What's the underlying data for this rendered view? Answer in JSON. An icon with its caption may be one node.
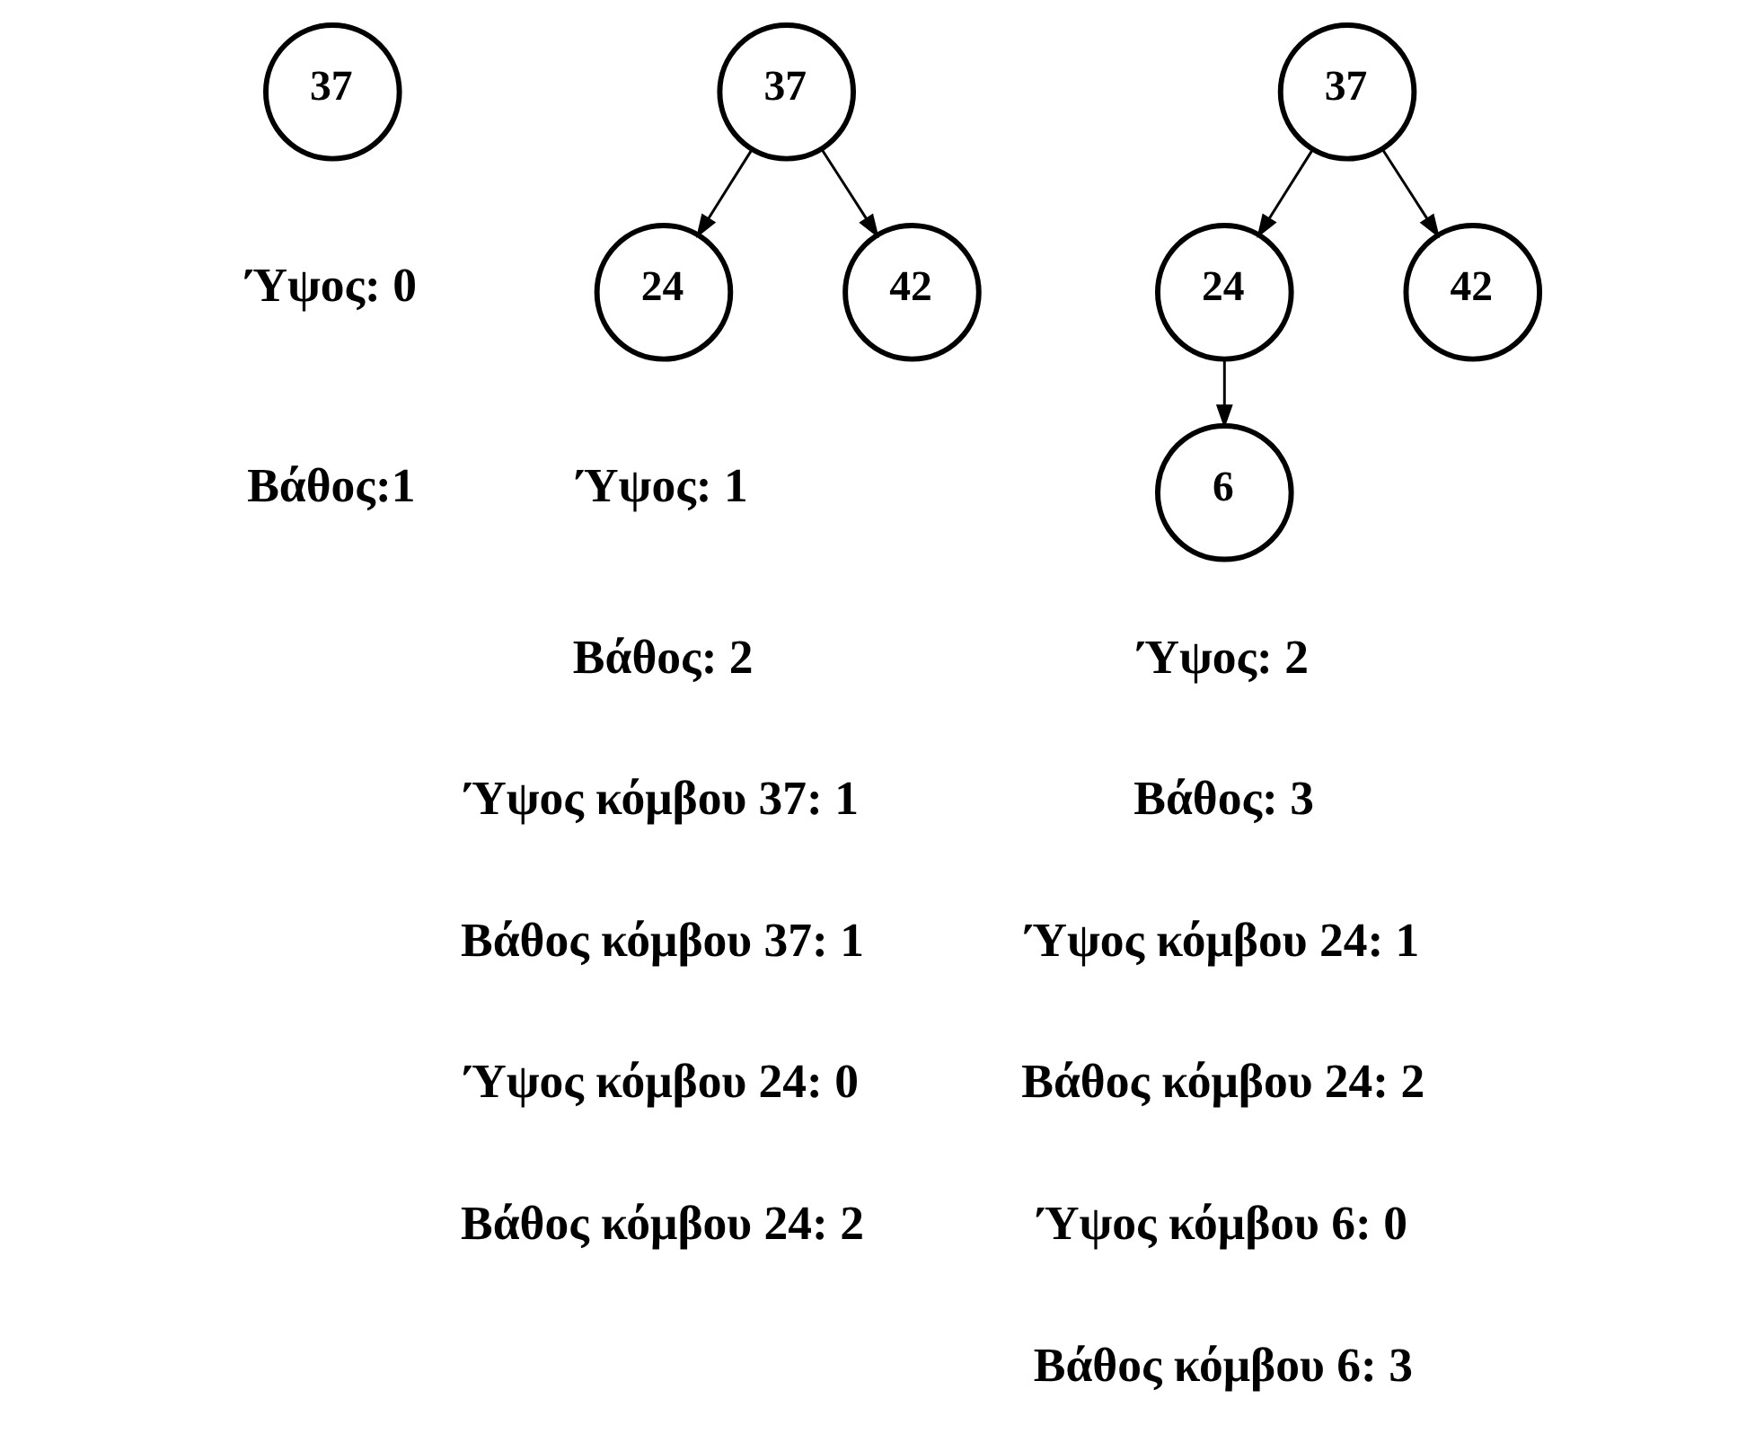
{
  "diagram": {
    "nodes": [
      {
        "text": [
          "37"
        ]
      },
      {
        "text": [
          "37"
        ]
      },
      {
        "text": [
          "24"
        ]
      },
      {
        "text": [
          "42"
        ]
      },
      {
        "text": [
          "37"
        ]
      },
      {
        "text": [
          "24"
        ]
      },
      {
        "text": [
          "42"
        ]
      },
      {
        "text": [
          "6"
        ]
      }
    ],
    "edges": [
      {
        "from": 1,
        "to": 2,
        "arrow": "to"
      },
      {
        "from": 1,
        "to": 3,
        "arrow": "to"
      },
      {
        "from": 4,
        "to": 5,
        "arrow": "to"
      },
      {
        "from": 4,
        "to": 6,
        "arrow": "to"
      },
      {
        "from": 5,
        "to": 7,
        "arrow": "to"
      }
    ],
    "labels": [
      "Ύψος: 0",
      "Βάθος:1",
      "Ύψος: 1",
      "Βάθος: 2",
      "Ύψος κόμβου 37: 1",
      "Βάθος κόμβου 37: 1",
      "Ύψος κόμβου 24: 0",
      "Βάθος κόμβου 24: 2",
      "Ύψος: 2",
      "Βάθος: 3",
      "Ύψος κόμβου 24: 1",
      "Βάθος κόμβου 24: 2",
      "Ύψος κόμβου 6: 0",
      "Βάθος κόμβου 6: 3"
    ]
  }
}
